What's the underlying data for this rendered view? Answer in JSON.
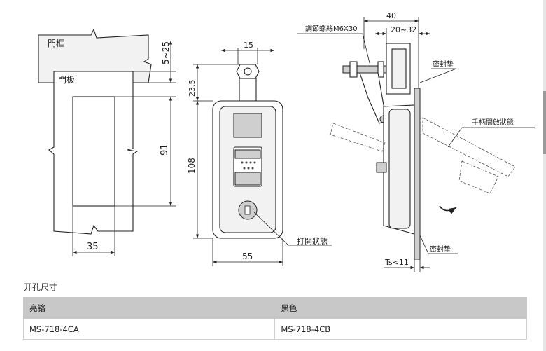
{
  "drawing": {
    "left": {
      "frame_label": "門框",
      "panel_label": "門板",
      "dim_gap": "5~25",
      "dim_height": "91",
      "dim_width": "35"
    },
    "middle": {
      "dim_bolt": "15",
      "dim_offset": "23.5",
      "dim_height": "108",
      "dim_width": "55",
      "callout_open": "打開狀態"
    },
    "right": {
      "dim_total": "40",
      "dim_range": "20~32",
      "callout_screw": "調節螺絲M6X30",
      "callout_seal_top": "密封垫",
      "callout_handle": "手柄開啟狀態",
      "callout_seal_bottom": "密封垫",
      "dim_thickness": "Ts<11"
    }
  },
  "section_title": "开孔尺寸",
  "table": {
    "headers": [
      "亮铬",
      "黑色"
    ],
    "rows": [
      [
        "MS-718-4CA",
        "MS-718-4CB"
      ]
    ]
  }
}
